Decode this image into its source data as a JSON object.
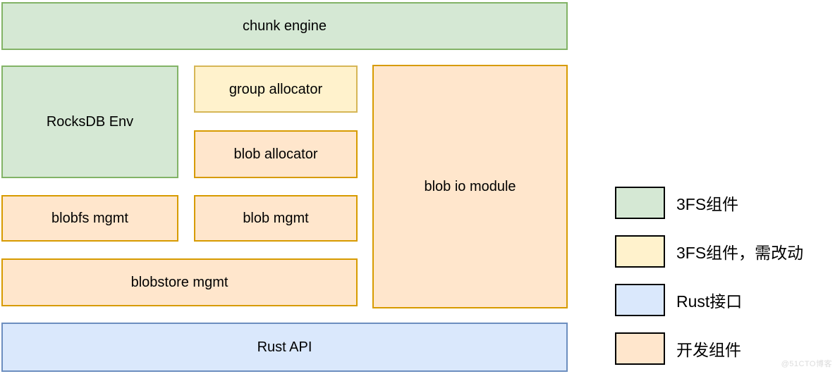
{
  "diagram": {
    "boxes": [
      {
        "id": "chunk-engine",
        "label": "chunk engine",
        "type": "green"
      },
      {
        "id": "rocksdb-env",
        "label": "RocksDB Env",
        "type": "green"
      },
      {
        "id": "group-allocator",
        "label": "group allocator",
        "type": "yellow"
      },
      {
        "id": "blob-allocator",
        "label": "blob allocator",
        "type": "orange"
      },
      {
        "id": "blobfs-mgmt",
        "label": "blobfs mgmt",
        "type": "orange"
      },
      {
        "id": "blob-mgmt",
        "label": "blob mgmt",
        "type": "orange"
      },
      {
        "id": "blobstore-mgmt",
        "label": "blobstore mgmt",
        "type": "orange"
      },
      {
        "id": "blob-io-module",
        "label": "blob io module",
        "type": "orange"
      },
      {
        "id": "rust-api",
        "label": "Rust API",
        "type": "blue"
      }
    ]
  },
  "legend": {
    "items": [
      {
        "type": "green",
        "label": "3FS组件"
      },
      {
        "type": "yellow",
        "label": "3FS组件，需改动"
      },
      {
        "type": "blue",
        "label": "Rust接口"
      },
      {
        "type": "orange",
        "label": "开发组件"
      }
    ]
  },
  "colors": {
    "green_fill": "#d5e8d4",
    "green_stroke": "#82b366",
    "yellow_fill": "#fff2cc",
    "yellow_stroke": "#d6b656",
    "orange_fill": "#ffe6cc",
    "orange_stroke": "#d79b00",
    "blue_fill": "#dae8fc",
    "blue_stroke": "#6c8ebf"
  },
  "watermark": "@51CTO博客"
}
